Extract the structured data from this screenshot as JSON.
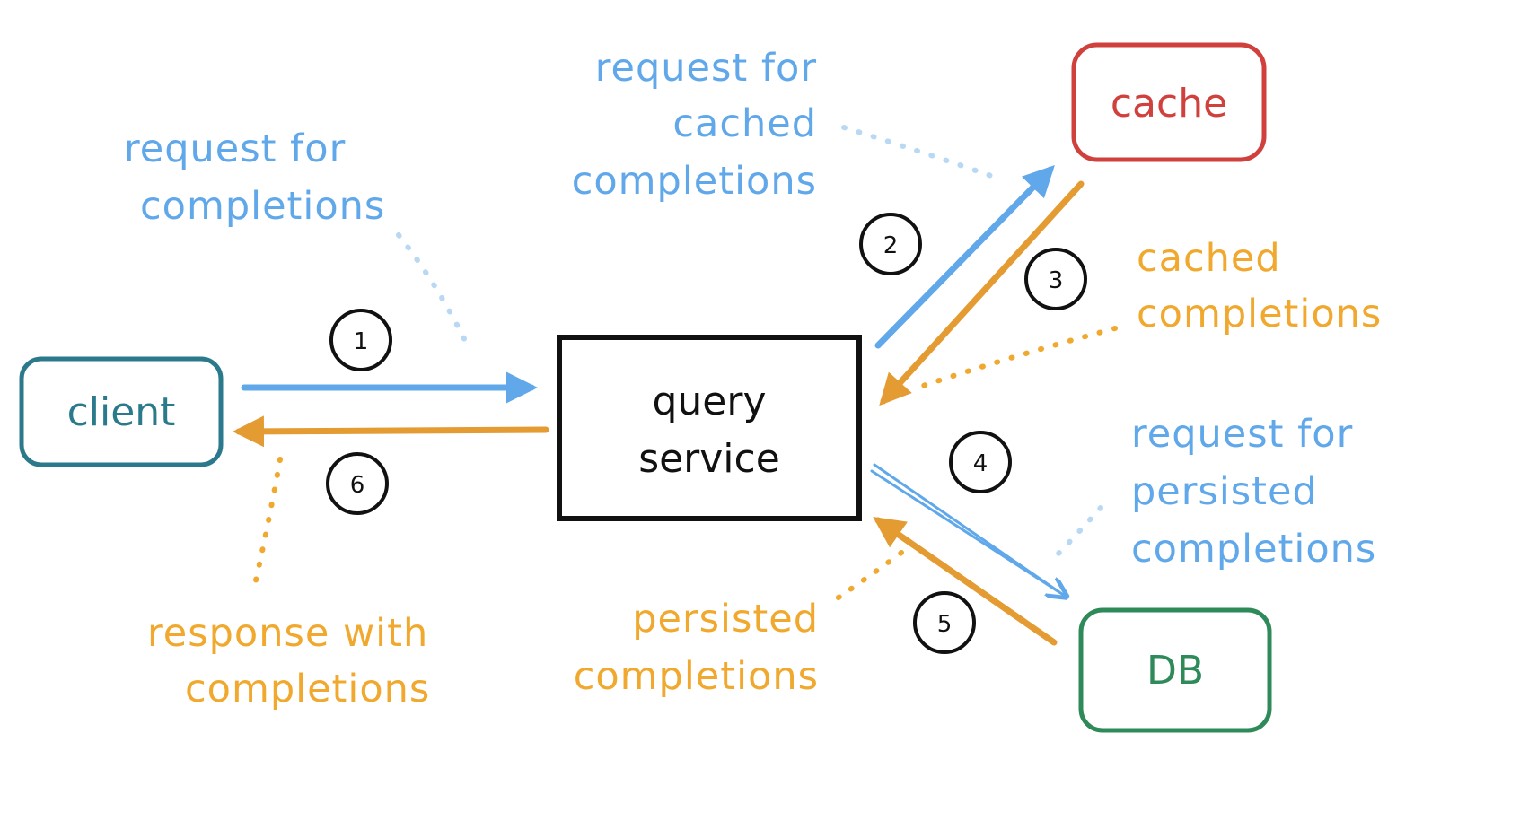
{
  "colors": {
    "blue": "#60a8ea",
    "orange": "#e49b32",
    "label_orange": "#f0a92e",
    "teal": "#2b7a8c",
    "red": "#d0403c",
    "green": "#2e8a58",
    "black": "#111111"
  },
  "nodes": {
    "client": "client",
    "query_service_line1": "query",
    "query_service_line2": "service",
    "cache": "cache",
    "db": "DB"
  },
  "step_numbers": [
    "1",
    "2",
    "3",
    "4",
    "5",
    "6"
  ],
  "labels": {
    "request_completions": [
      "request for",
      "completions"
    ],
    "request_cached": [
      "request for",
      "cached",
      "completions"
    ],
    "cached_completions": [
      "cached",
      "completions"
    ],
    "request_persisted": [
      "request for",
      "persisted",
      "completions"
    ],
    "persisted_completions": [
      "persisted",
      "completions"
    ],
    "response": [
      "response with",
      "completions"
    ]
  }
}
